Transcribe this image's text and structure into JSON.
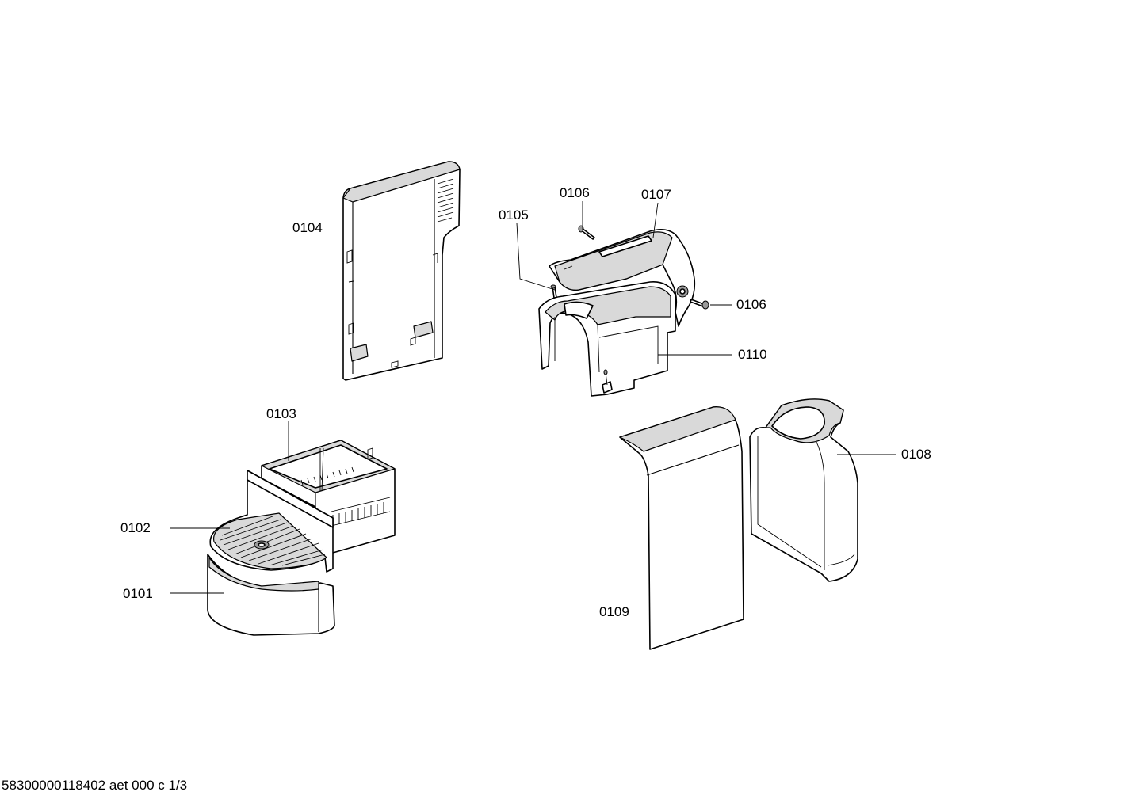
{
  "labels": {
    "p0101": "0101",
    "p0102": "0102",
    "p0103": "0103",
    "p0104": "0104",
    "p0105": "0105",
    "p0106a": "0106",
    "p0106b": "0106",
    "p0107": "0107",
    "p0108": "0108",
    "p0109": "0109",
    "p0110": "0110"
  },
  "footer": "58300000118402 aet 000 c 1/3"
}
